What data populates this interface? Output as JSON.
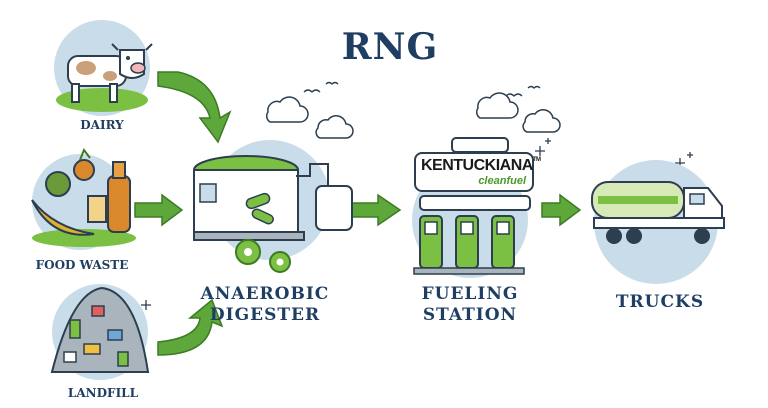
{
  "title": "RNG",
  "sources": [
    {
      "label": "DAIRY",
      "icon": "cow-icon"
    },
    {
      "label": "FOOD WASTE",
      "icon": "food-waste-icon"
    },
    {
      "label": "LANDFILL",
      "icon": "landfill-icon"
    }
  ],
  "stages": [
    {
      "line1": "ANAEROBIC",
      "line2": "DIGESTER",
      "icon": "digester-icon"
    },
    {
      "line1": "FUELING",
      "line2": "STATION",
      "icon": "fuel-pump-icon"
    },
    {
      "line1": "TRUCKS",
      "line2": "",
      "icon": "truck-icon"
    }
  ],
  "brand": {
    "name": "KENTUCKIANA",
    "tm": "TM",
    "sub": "cleanfuel"
  },
  "colors": {
    "title": "#1f3e62",
    "arrow": "#5ea83b",
    "circle": "#c9dcea",
    "accent": "#7bc043"
  }
}
